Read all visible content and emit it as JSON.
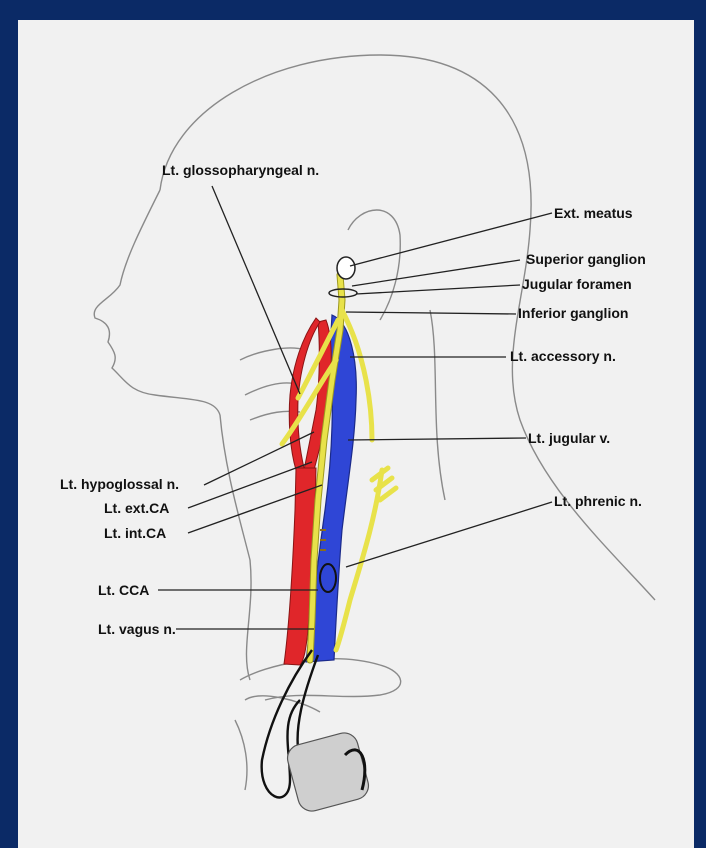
{
  "labels": {
    "glossopharyngeal": "Lt. glossopharyngeal n.",
    "ext_meatus": "Ext. meatus",
    "superior_ganglion": "Superior ganglion",
    "jugular_foramen": "Jugular foramen",
    "inferior_ganglion": "Inferior ganglion",
    "accessory": "Lt. accessory n.",
    "jugular_vein": "Lt. jugular v.",
    "hypoglossal": "Lt. hypoglossal n.",
    "ext_ca": "Lt. ext.CA",
    "int_ca": "Lt. int.CA",
    "phrenic": "Lt. phrenic n.",
    "cca": "Lt. CCA",
    "vagus": "Lt. vagus n."
  },
  "colors": {
    "background": "#0b2a66",
    "panel": "#f1f1f1",
    "artery": "#e0262a",
    "vein": "#2f46d6",
    "nerve": "#e8e24a",
    "outline": "#8a8a8a"
  }
}
